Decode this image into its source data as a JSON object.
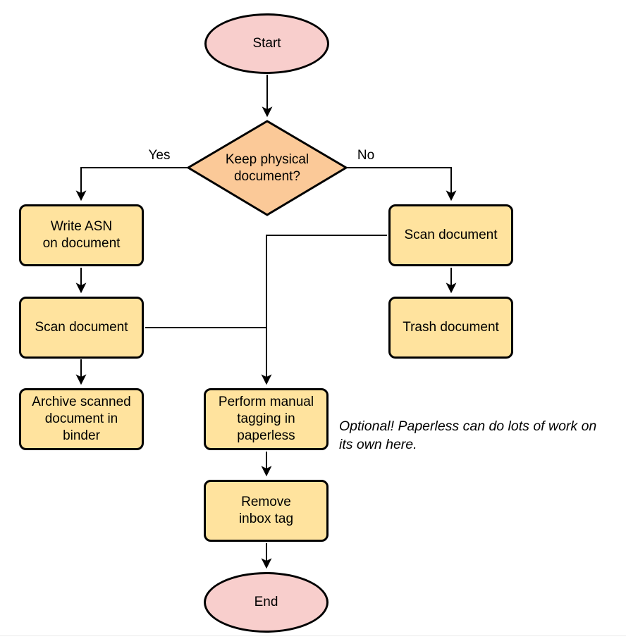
{
  "colors": {
    "terminator_fill": "#F8CECC",
    "decision_fill": "#FBC998",
    "process_fill": "#FFE39E",
    "stroke": "#000000"
  },
  "nodes": {
    "start": {
      "label": "Start",
      "type": "terminator"
    },
    "decision": {
      "label": "Keep physical\ndocument?",
      "type": "decision"
    },
    "write_asn": {
      "label": "Write ASN\non document",
      "type": "process"
    },
    "scan_left": {
      "label": "Scan document",
      "type": "process"
    },
    "archive": {
      "label": "Archive scanned\ndocument in\nbinder",
      "type": "process"
    },
    "scan_right": {
      "label": "Scan document",
      "type": "process"
    },
    "trash": {
      "label": "Trash document",
      "type": "process"
    },
    "tagging": {
      "label": "Perform manual\ntagging in\npaperless",
      "type": "process"
    },
    "remove_inbox": {
      "label": "Remove\ninbox tag",
      "type": "process"
    },
    "end": {
      "label": "End",
      "type": "terminator"
    }
  },
  "edge_labels": {
    "yes": "Yes",
    "no": "No"
  },
  "annotation": "Optional! Paperless can do lots of work on\nits own here."
}
